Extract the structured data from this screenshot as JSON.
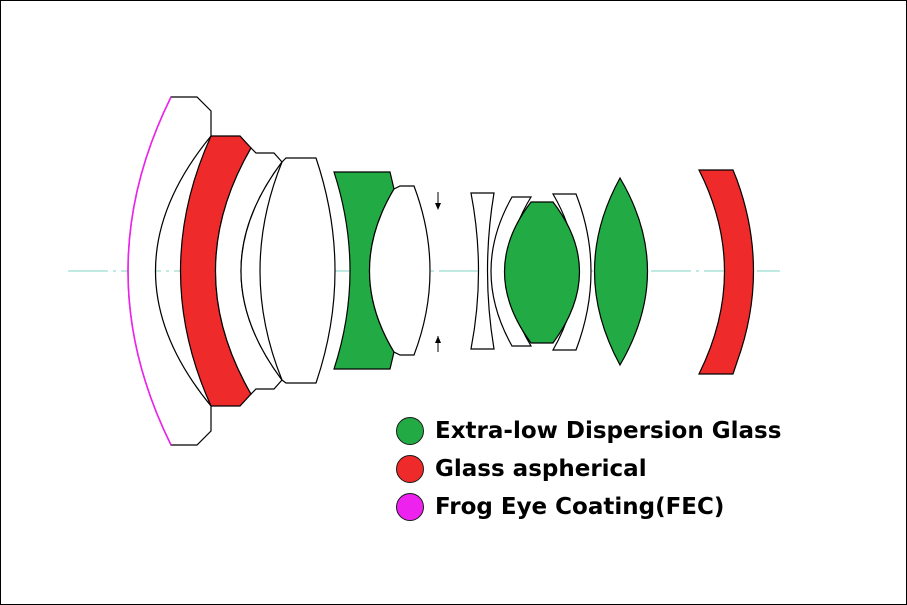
{
  "colors": {
    "ed_glass": "#22aa44",
    "aspherical": "#ee2a2a",
    "fec": "#ee22ee",
    "axis": "#7fd6c4",
    "outline": "#000000"
  },
  "legend": [
    {
      "key": "ed_glass",
      "label": "Extra-low Dispersion Glass"
    },
    {
      "key": "aspherical",
      "label": "Glass aspherical"
    },
    {
      "key": "fec",
      "label": "Frog Eye Coating(FEC)"
    }
  ]
}
